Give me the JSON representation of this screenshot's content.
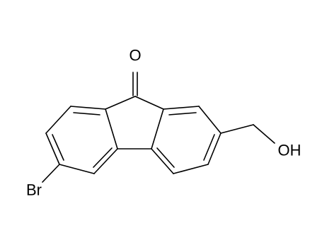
{
  "molecule": {
    "atoms": {
      "oxygen_ketone": "O",
      "bromine": "Br",
      "hydroxyl": "OH"
    }
  }
}
